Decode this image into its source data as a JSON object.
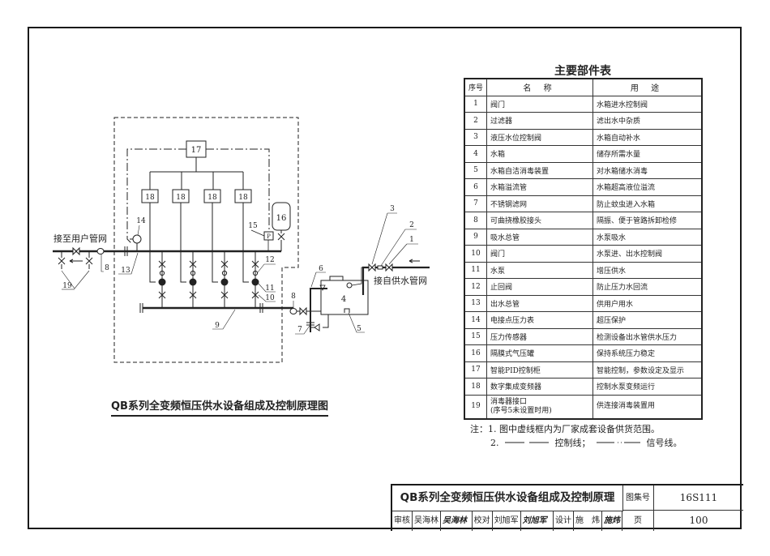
{
  "diagram": {
    "caption": "QB系列全变频恒压供水设备组成及控制原理图",
    "labels": {
      "to_user": "接至用户管网",
      "from_supply": "接自供水管网",
      "n1": "1",
      "n2": "2",
      "n3": "3",
      "n4": "4",
      "n5": "5",
      "n6": "6",
      "n7": "7",
      "n8": "8",
      "n9": "9",
      "n10": "10",
      "n11": "11",
      "n12": "12",
      "n13": "13",
      "n14": "14",
      "n15": "15",
      "n16": "16",
      "n17": "17",
      "n18": "18",
      "n19": "19",
      "p": "P"
    }
  },
  "parts_table": {
    "title": "主要部件表",
    "headers": {
      "seq": "序号",
      "name": "名 称",
      "use": "用 途"
    },
    "rows": [
      {
        "no": "1",
        "name": "阀门",
        "use": "水箱进水控制阀"
      },
      {
        "no": "2",
        "name": "过滤器",
        "use": "滤出水中杂质"
      },
      {
        "no": "3",
        "name": "液压水位控制阀",
        "use": "水箱自动补水"
      },
      {
        "no": "4",
        "name": "水箱",
        "use": "储存所需水量"
      },
      {
        "no": "5",
        "name": "水箱自洁消毒装置",
        "use": "对水箱储水消毒"
      },
      {
        "no": "6",
        "name": "水箱溢流管",
        "use": "水箱超高液位溢流"
      },
      {
        "no": "7",
        "name": "不锈钢滤网",
        "use": "防止蚊虫进入水箱"
      },
      {
        "no": "8",
        "name": "可曲挠橡胶接头",
        "use": "隔振、便于管路拆卸检修"
      },
      {
        "no": "9",
        "name": "吸水总管",
        "use": "水泵吸水"
      },
      {
        "no": "10",
        "name": "阀门",
        "use": "水泵进、出水控制阀"
      },
      {
        "no": "11",
        "name": "水泵",
        "use": "增压供水"
      },
      {
        "no": "12",
        "name": "止回阀",
        "use": "防止压力水回流"
      },
      {
        "no": "13",
        "name": "出水总管",
        "use": "供用户用水"
      },
      {
        "no": "14",
        "name": "电接点压力表",
        "use": "超压保护"
      },
      {
        "no": "15",
        "name": "压力传感器",
        "use": "检测设备出水管供水压力"
      },
      {
        "no": "16",
        "name": "隔膜式气压罐",
        "use": "保持系统压力稳定"
      },
      {
        "no": "17",
        "name": "智能PID控制柜",
        "use": "智能控制，参数设定及显示"
      },
      {
        "no": "18",
        "name": "数字集成变频器",
        "use": "控制水泵变频运行"
      },
      {
        "no": "19",
        "name": "消毒器接口",
        "name2": "(序号5未设置时用)",
        "use": "供连接消毒装置用"
      }
    ]
  },
  "notes": {
    "line1": "注：1. 图中虚线框内为厂家成套设备供货范围。",
    "line2_prefix": "2.",
    "control_line": "控制线；",
    "signal_line": "信号线。"
  },
  "title_block": {
    "title": "QB系列全变频恒压供水设备组成及控制原理",
    "atlas_label": "图集号",
    "atlas_no": "16S111",
    "page_label": "页",
    "page_no": "100",
    "review_label": "审核",
    "reviewer": "吴海林",
    "reviewer_sig": "吴海林",
    "check_label": "校对",
    "checker": "刘旭军",
    "checker_sig": "刘旭军",
    "design_label": "设计",
    "designer": "施　炜",
    "designer_sig": "施炜"
  }
}
